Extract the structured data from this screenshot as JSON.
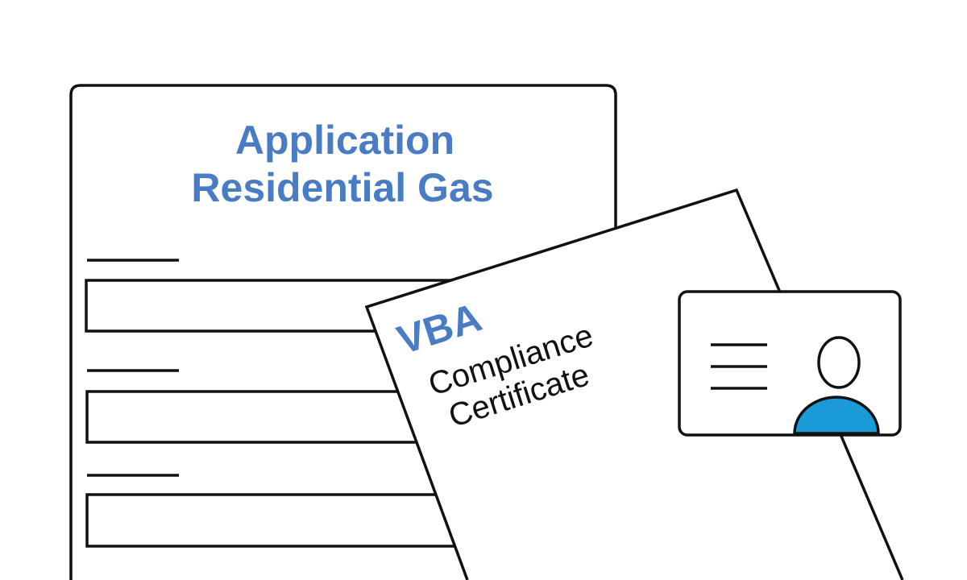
{
  "application_form": {
    "title_line1": "Application",
    "title_line2": "Residential Gas"
  },
  "certificate": {
    "brand": "VBA",
    "line1": "Compliance",
    "line2": "Certificate"
  },
  "id_card": {
    "icon": "person-icon"
  },
  "colors": {
    "title_blue": "#4a7cc4",
    "person_blue": "#1a9ad6",
    "outline": "#111111"
  }
}
